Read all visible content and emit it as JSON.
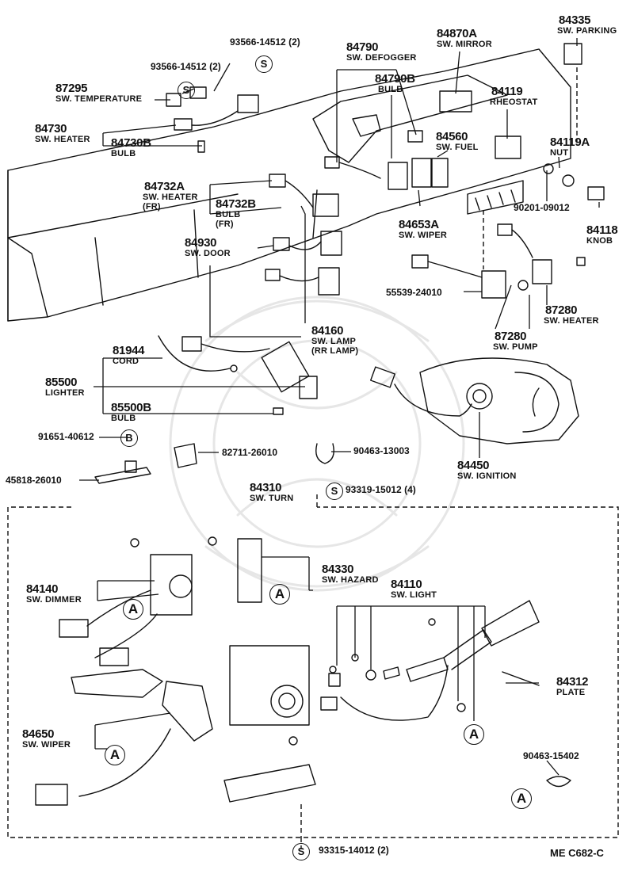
{
  "parts": {
    "p93566a": {
      "num": "93566-14512 (2)"
    },
    "p93566b": {
      "num": "93566-14512 (2)"
    },
    "p87295": {
      "num": "87295",
      "desc": "SW. TEMPERATURE"
    },
    "p84730": {
      "num": "84730",
      "desc": "SW. HEATER"
    },
    "p84730b": {
      "num": "84730B",
      "desc": "BULB"
    },
    "p84732a": {
      "num": "84732A",
      "desc": "SW. HEATER",
      "desc2": "(FR)"
    },
    "p84732b": {
      "num": "84732B",
      "desc": "BULB",
      "desc2": "(FR)"
    },
    "p84930": {
      "num": "84930",
      "desc": "SW. DOOR"
    },
    "p84790": {
      "num": "84790",
      "desc": "SW. DEFOGGER"
    },
    "p84790b": {
      "num": "84790B",
      "desc": "BULB"
    },
    "p84870a": {
      "num": "84870A",
      "desc": "SW. MIRROR"
    },
    "p84335": {
      "num": "84335",
      "desc": "SW. PARKING"
    },
    "p84119": {
      "num": "84119",
      "desc": "RHEOSTAT"
    },
    "p84560": {
      "num": "84560",
      "desc": "SW. FUEL"
    },
    "p84119a": {
      "num": "84119A",
      "desc": "NUT"
    },
    "p84653a": {
      "num": "84653A",
      "desc": "SW. WIPER"
    },
    "p90201": {
      "num": "90201-09012"
    },
    "p84118": {
      "num": "84118",
      "desc": "KNOB"
    },
    "p55539": {
      "num": "55539-24010"
    },
    "p87280a": {
      "num": "87280",
      "desc": "SW. HEATER"
    },
    "p87280b": {
      "num": "87280",
      "desc": "SW. PUMP"
    },
    "p84160": {
      "num": "84160",
      "desc": "SW. LAMP",
      "desc2": "(RR LAMP)"
    },
    "p81944": {
      "num": "81944",
      "desc": "CORD"
    },
    "p85500": {
      "num": "85500",
      "desc": "LIGHTER"
    },
    "p85500b": {
      "num": "85500B",
      "desc": "BULB"
    },
    "p91651": {
      "num": "91651-40612"
    },
    "p82711": {
      "num": "82711-26010"
    },
    "p90463a": {
      "num": "90463-13003"
    },
    "p45818": {
      "num": "45818-26010"
    },
    "p84450": {
      "num": "84450",
      "desc": "SW. IGNITION"
    },
    "p84310": {
      "num": "84310",
      "desc": "SW. TURN"
    },
    "p93319": {
      "num": "93319-15012 (4)"
    },
    "p84140": {
      "num": "84140",
      "desc": "SW. DIMMER"
    },
    "p84330": {
      "num": "84330",
      "desc": "SW. HAZARD"
    },
    "p84110": {
      "num": "84110",
      "desc": "SW. LIGHT"
    },
    "p84312": {
      "num": "84312",
      "desc": "PLATE"
    },
    "p84650": {
      "num": "84650",
      "desc": "SW. WIPER"
    },
    "p90463b": {
      "num": "90463-15402"
    },
    "p93315": {
      "num": "93315-14012 (2)"
    }
  },
  "markers": {
    "s": "S",
    "b": "B",
    "a": "A"
  },
  "footer": {
    "code": "ME  C682-C"
  }
}
